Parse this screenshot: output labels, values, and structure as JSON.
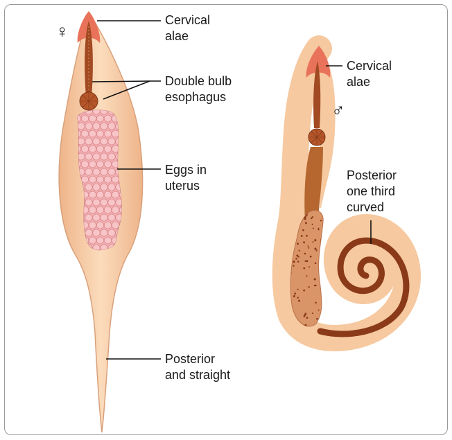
{
  "figure": {
    "female_symbol": "♀",
    "male_symbol": "♂",
    "labels": {
      "female_cervical_line1": "Cervical",
      "female_cervical_line2": "alae",
      "esophagus_line1": "Double bulb",
      "esophagus_line2": "esophagus",
      "eggs_line1": "Eggs in",
      "eggs_line2": "uterus",
      "posterior_straight_line1": "Posterior",
      "posterior_straight_line2": "and straight",
      "male_cervical_line1": "Cervical",
      "male_cervical_line2": "alae",
      "posterior_curved_line1": "Posterior",
      "posterior_curved_line2": "one third",
      "posterior_curved_line3": "curved"
    }
  },
  "colors": {
    "body_fill": "#f6c9a0",
    "body_stroke": "#d9a07a",
    "ala": "#e8735a",
    "esophagus": "#a24a22",
    "bulb": "#b5562a",
    "egg_fill": "#f8c6c8",
    "egg_stroke": "#d9888c",
    "testis": "#d99468",
    "coil_dark": "#8a3a18"
  }
}
